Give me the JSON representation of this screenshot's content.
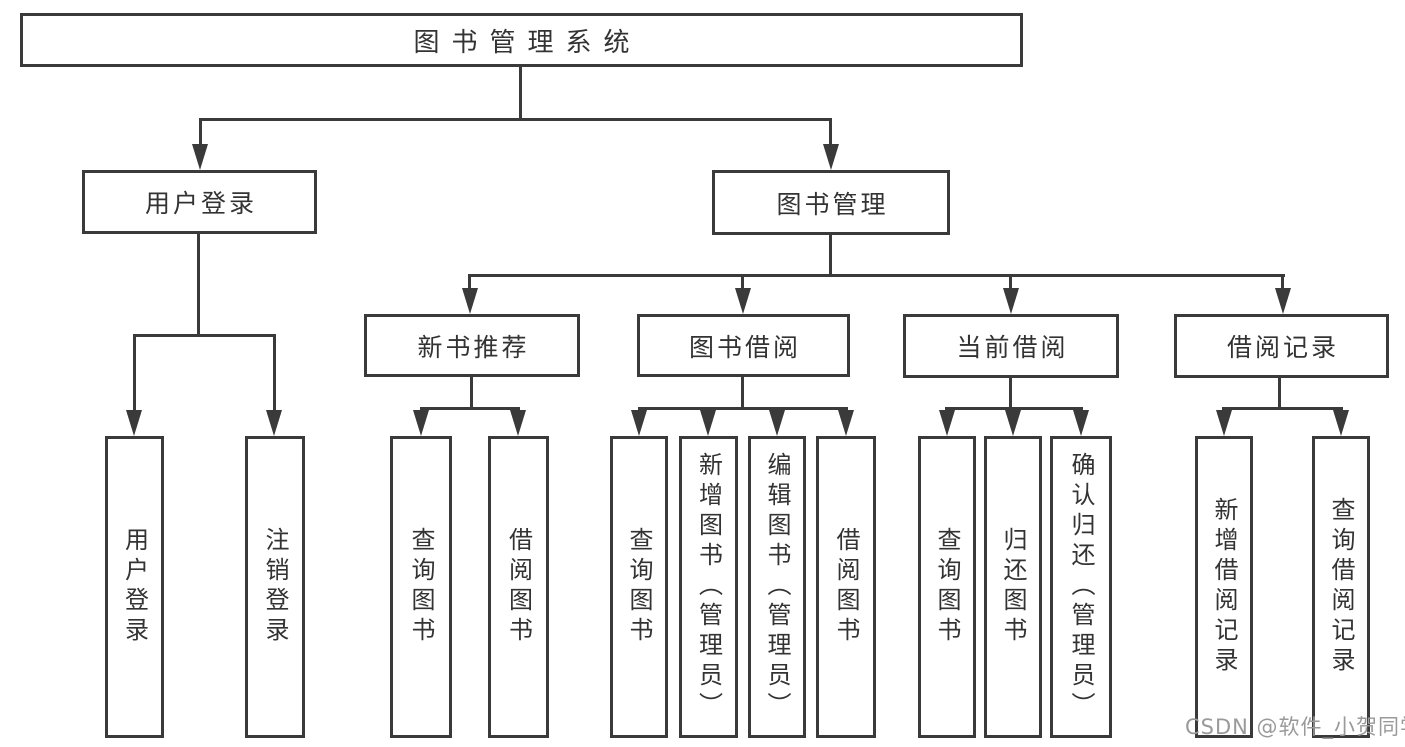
{
  "nodes": {
    "root": "图书管理系统",
    "user_login": {
      "label": "用户登录",
      "children": [
        "用户登录",
        "注销登录"
      ]
    },
    "book_management": {
      "label": "图书管理"
    },
    "new_book_recommend": {
      "label": "新书推荐",
      "children": [
        "查询图书",
        "借阅图书"
      ]
    },
    "book_borrow": {
      "label": "图书借阅",
      "children": [
        "查询图书",
        "新增图书（管理员）",
        "编辑图书（管理员）",
        "借阅图书"
      ]
    },
    "current_borrow": {
      "label": "当前借阅",
      "children": [
        "查询图书",
        "归还图书",
        "确认归还（管理员）"
      ]
    },
    "borrow_records": {
      "label": "借阅记录",
      "children": [
        "新增借阅记录",
        "查询借阅记录"
      ]
    }
  },
  "watermark": "CSDN @软件_小贺同学",
  "colors": {
    "line": "#3a3a3a",
    "box_border": "#3a3a3a",
    "box_background": "#ffffff",
    "text": "#333333",
    "watermark": "#9a9a9a",
    "page_background": "#ffffff"
  }
}
